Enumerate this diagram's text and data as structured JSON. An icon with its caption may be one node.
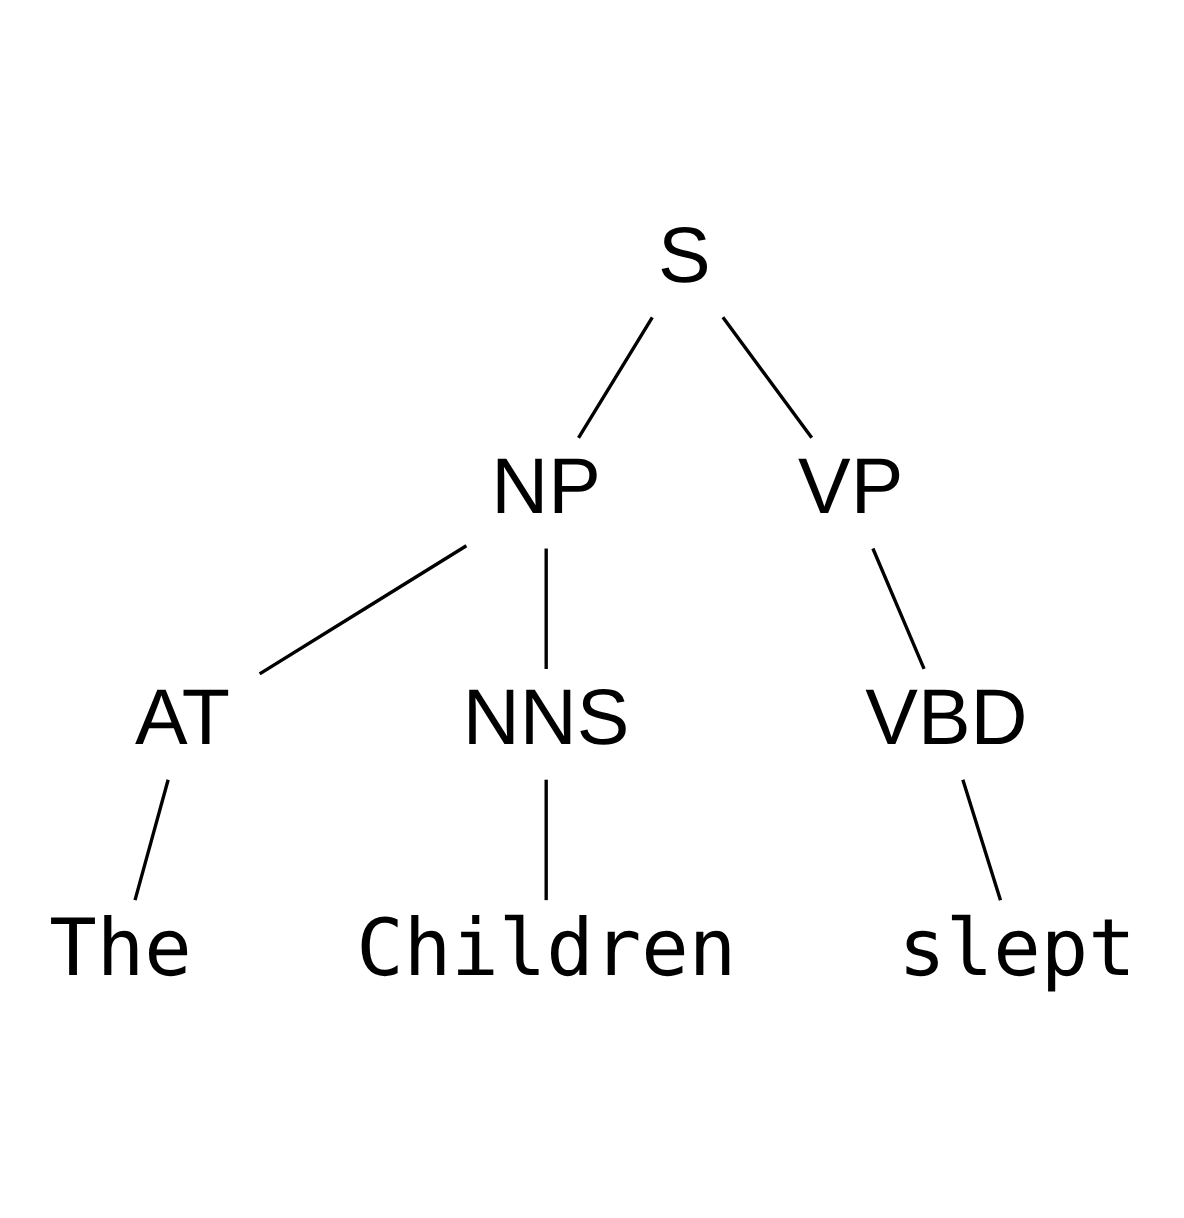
{
  "diagram": {
    "nodes": [
      {
        "text": [
          "S"
        ]
      },
      {
        "text": [
          "NP"
        ]
      },
      {
        "text": [
          "VP"
        ]
      },
      {
        "text": [
          "AT"
        ]
      },
      {
        "text": [
          "NNS"
        ]
      },
      {
        "text": [
          "VBD"
        ]
      },
      {
        "text": [
          "The"
        ]
      },
      {
        "text": [
          "Children"
        ]
      },
      {
        "text": [
          "slept"
        ]
      }
    ],
    "edges": [
      {
        "from": 0,
        "to": 1,
        "arrow": "none"
      },
      {
        "from": 0,
        "to": 2,
        "arrow": "none"
      },
      {
        "from": 1,
        "to": 3,
        "arrow": "none"
      },
      {
        "from": 1,
        "to": 4,
        "arrow": "none"
      },
      {
        "from": 2,
        "to": 5,
        "arrow": "none"
      },
      {
        "from": 3,
        "to": 6,
        "arrow": "none"
      },
      {
        "from": 4,
        "to": 7,
        "arrow": "none"
      },
      {
        "from": 5,
        "to": 8,
        "arrow": "none"
      }
    ]
  }
}
